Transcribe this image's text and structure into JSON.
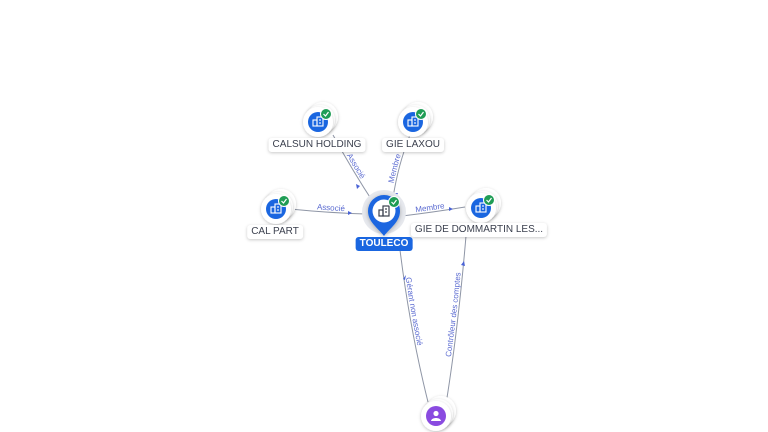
{
  "nodes": {
    "touleco": {
      "label": "TOULECO",
      "verified": true
    },
    "calsun": {
      "label": "CALSUN HOLDING",
      "verified": true
    },
    "gie_laxou": {
      "label": "GIE LAXOU",
      "verified": true
    },
    "cal_part": {
      "label": "CAL PART",
      "verified": true
    },
    "gie_dommartin": {
      "label": "GIE DE DOMMARTIN LES...",
      "verified": true
    },
    "person": {
      "label": ""
    }
  },
  "edges": {
    "calsun_touleco": "Associé",
    "laxou_touleco": "Membre",
    "calpart_touleco": "Associé",
    "touleco_dommartin": "Membre",
    "person_touleco_1": "Gérant non associé",
    "person_touleco_2": "Contrôleur des comptes"
  },
  "colors": {
    "company_icon": "#1a66e0",
    "person_icon": "#8a4be0",
    "verified_badge": "#1f9d55",
    "edge": "#8f96a6",
    "edge_label": "#5b6bd1"
  },
  "icons": {
    "company": "building-icon",
    "person": "person-icon",
    "verified": "check-badge-icon",
    "center": "map-pin-icon"
  }
}
